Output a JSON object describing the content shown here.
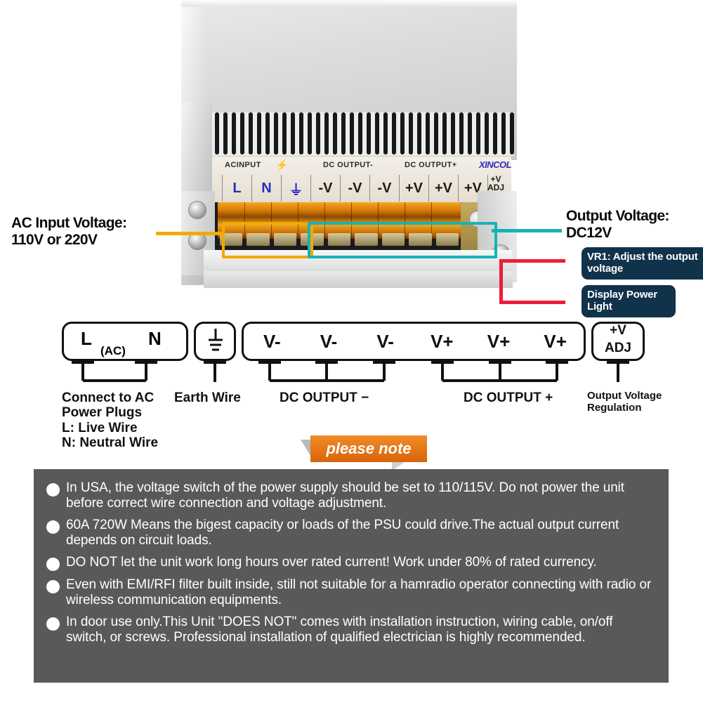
{
  "psu_label": {
    "ac_input": "ACINPUT",
    "bolt_icon": "lightning-bolt",
    "dc_output_minus": "DC OUTPUT-",
    "dc_output_plus": "DC OUTPUT+",
    "brand": "XINCOL",
    "terminals": [
      "L",
      "N",
      "⏚",
      "-V",
      "-V",
      "-V",
      "+V",
      "+V",
      "+V"
    ],
    "adj_line1": "+V",
    "adj_line2": "ADJ"
  },
  "callouts": {
    "ac_input": "AC Input Voltage:\n110V or 220V",
    "ac_input_line1": "AC Input Voltage:",
    "ac_input_line2": "110V or 220V",
    "output_voltage_line1": "Output Voltage:",
    "output_voltage_line2": "DC12V",
    "vr1": "VR1: Adjust the output voltage",
    "display_power": "Display Power Light",
    "colors": {
      "ac_highlight": "#f5a800",
      "dc_highlight": "#15b4b4",
      "pointer_red": "#ed1c3a",
      "tag_bg": "#11324b"
    }
  },
  "diagram": {
    "ac_box": {
      "l": "L",
      "n": "N",
      "ac": "(AC)"
    },
    "ground_box": {
      "icon": "earth-ground-symbol"
    },
    "v_terminals": [
      "V-",
      "V-",
      "V-",
      "V+",
      "V+",
      "V+"
    ],
    "adj_box": {
      "line1": "+V",
      "line2": "ADJ"
    },
    "labels": {
      "ac": "Connect to AC\nPower Plugs\nL: Live Wire\nN: Neutral Wire",
      "ac_l1": "Connect to AC",
      "ac_l2": "Power Plugs",
      "ac_l3": "L: Live Wire",
      "ac_l4": "N: Neutral Wire",
      "earth": "Earth Wire",
      "dc_minus": "DC OUTPUT −",
      "dc_plus": "DC OUTPUT +",
      "adj_l1": "Output Voltage",
      "adj_l2": "Regulation"
    }
  },
  "note_banner": {
    "text": "please note",
    "color": "#e07511"
  },
  "notes": {
    "panel_color": "#595959",
    "items": [
      "In USA,  the voltage switch of the power supply should be set to 110/115V. Do not power the unit before correct wire connection and voltage adjustment.",
      "60A 720W Means the bigest capacity or loads of the PSU could drive.The actual output current depends on circuit loads.",
      "DO NOT let the unit work long hours over rated current! Work under 80% of rated currency.",
      "Even with EMI/RFI filter built inside, still not suitable for a hamradio operator connecting with radio or wireless communication equipments.",
      "In door use only.This Unit \"DOES NOT\" comes with installation instruction, wiring cable, on/off switch, or screws. Professional installation of qualified electrician is highly recommended."
    ]
  }
}
